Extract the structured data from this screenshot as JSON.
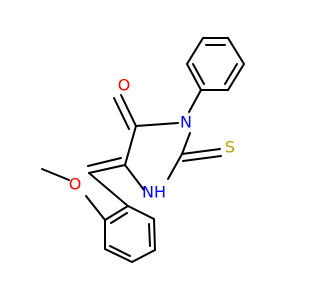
{
  "molecule": {
    "atoms": {
      "oxygen_carbonyl": "O",
      "nitrogen_phenyl": "N",
      "sulfur_thione": "S",
      "nitrogen_h": "NH",
      "oxygen_methoxy": "O"
    }
  },
  "colors": {
    "bond": "#000000",
    "oxygen": "#ff0000",
    "nitrogen": "#0000ff",
    "sulfur": "#b8a000",
    "background": "#ffffff"
  }
}
